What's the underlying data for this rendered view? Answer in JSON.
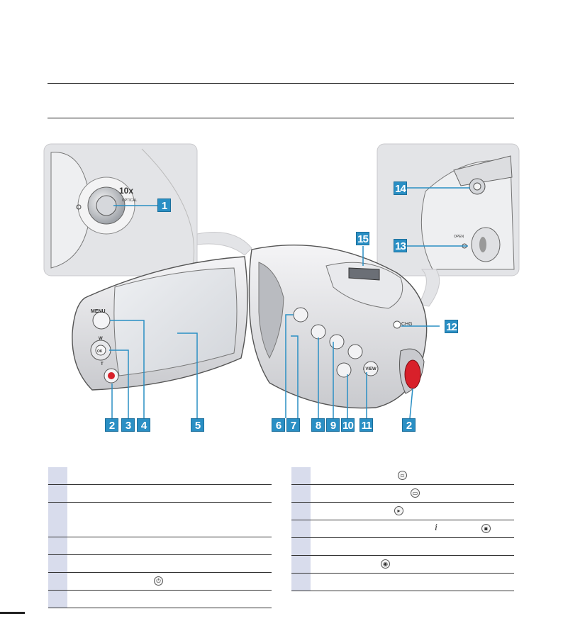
{
  "callouts": {
    "c1": "1",
    "c2a": "2",
    "c2b": "2",
    "c3": "3",
    "c4": "4",
    "c5": "5",
    "c6": "6",
    "c7": "7",
    "c8": "8",
    "c9": "9",
    "c10": "10",
    "c11": "11",
    "c12": "12",
    "c13": "13",
    "c14": "14",
    "c15": "15"
  },
  "camera_labels": {
    "menu": "MENU",
    "w": "W",
    "t": "T",
    "ok": "OK",
    "chg": "CHG",
    "optical": "10x",
    "optical_sub": "OPTICAL",
    "iview": "i VIEW",
    "open": "OPEN"
  },
  "legend": {
    "left_rows": [
      {
        "num": "",
        "text": "",
        "icon": ""
      },
      {
        "num": "",
        "text": "",
        "icon": ""
      },
      {
        "num": "",
        "text": "",
        "icon": ""
      },
      {
        "num": "",
        "text": "",
        "icon": ""
      },
      {
        "num": "",
        "text": "",
        "icon": ""
      },
      {
        "num": "",
        "text": "",
        "icon": "power-icon"
      },
      {
        "num": "",
        "text": "",
        "icon": ""
      }
    ],
    "right_rows": [
      {
        "num": "",
        "text": "",
        "icon": "display-icon"
      },
      {
        "num": "",
        "text": "",
        "icon": "mode-icon"
      },
      {
        "num": "",
        "text": "",
        "icon": "playback-icon"
      },
      {
        "num": "",
        "text": "",
        "icon": "iview-smart-icon"
      },
      {
        "num": "",
        "text": "",
        "icon": ""
      },
      {
        "num": "",
        "text": "",
        "icon": "photo-icon"
      },
      {
        "num": "",
        "text": "",
        "icon": ""
      }
    ]
  },
  "colors": {
    "accent": "#2a8fc4",
    "record": "#d8202a",
    "table_num_bg": "#d8dcec"
  }
}
